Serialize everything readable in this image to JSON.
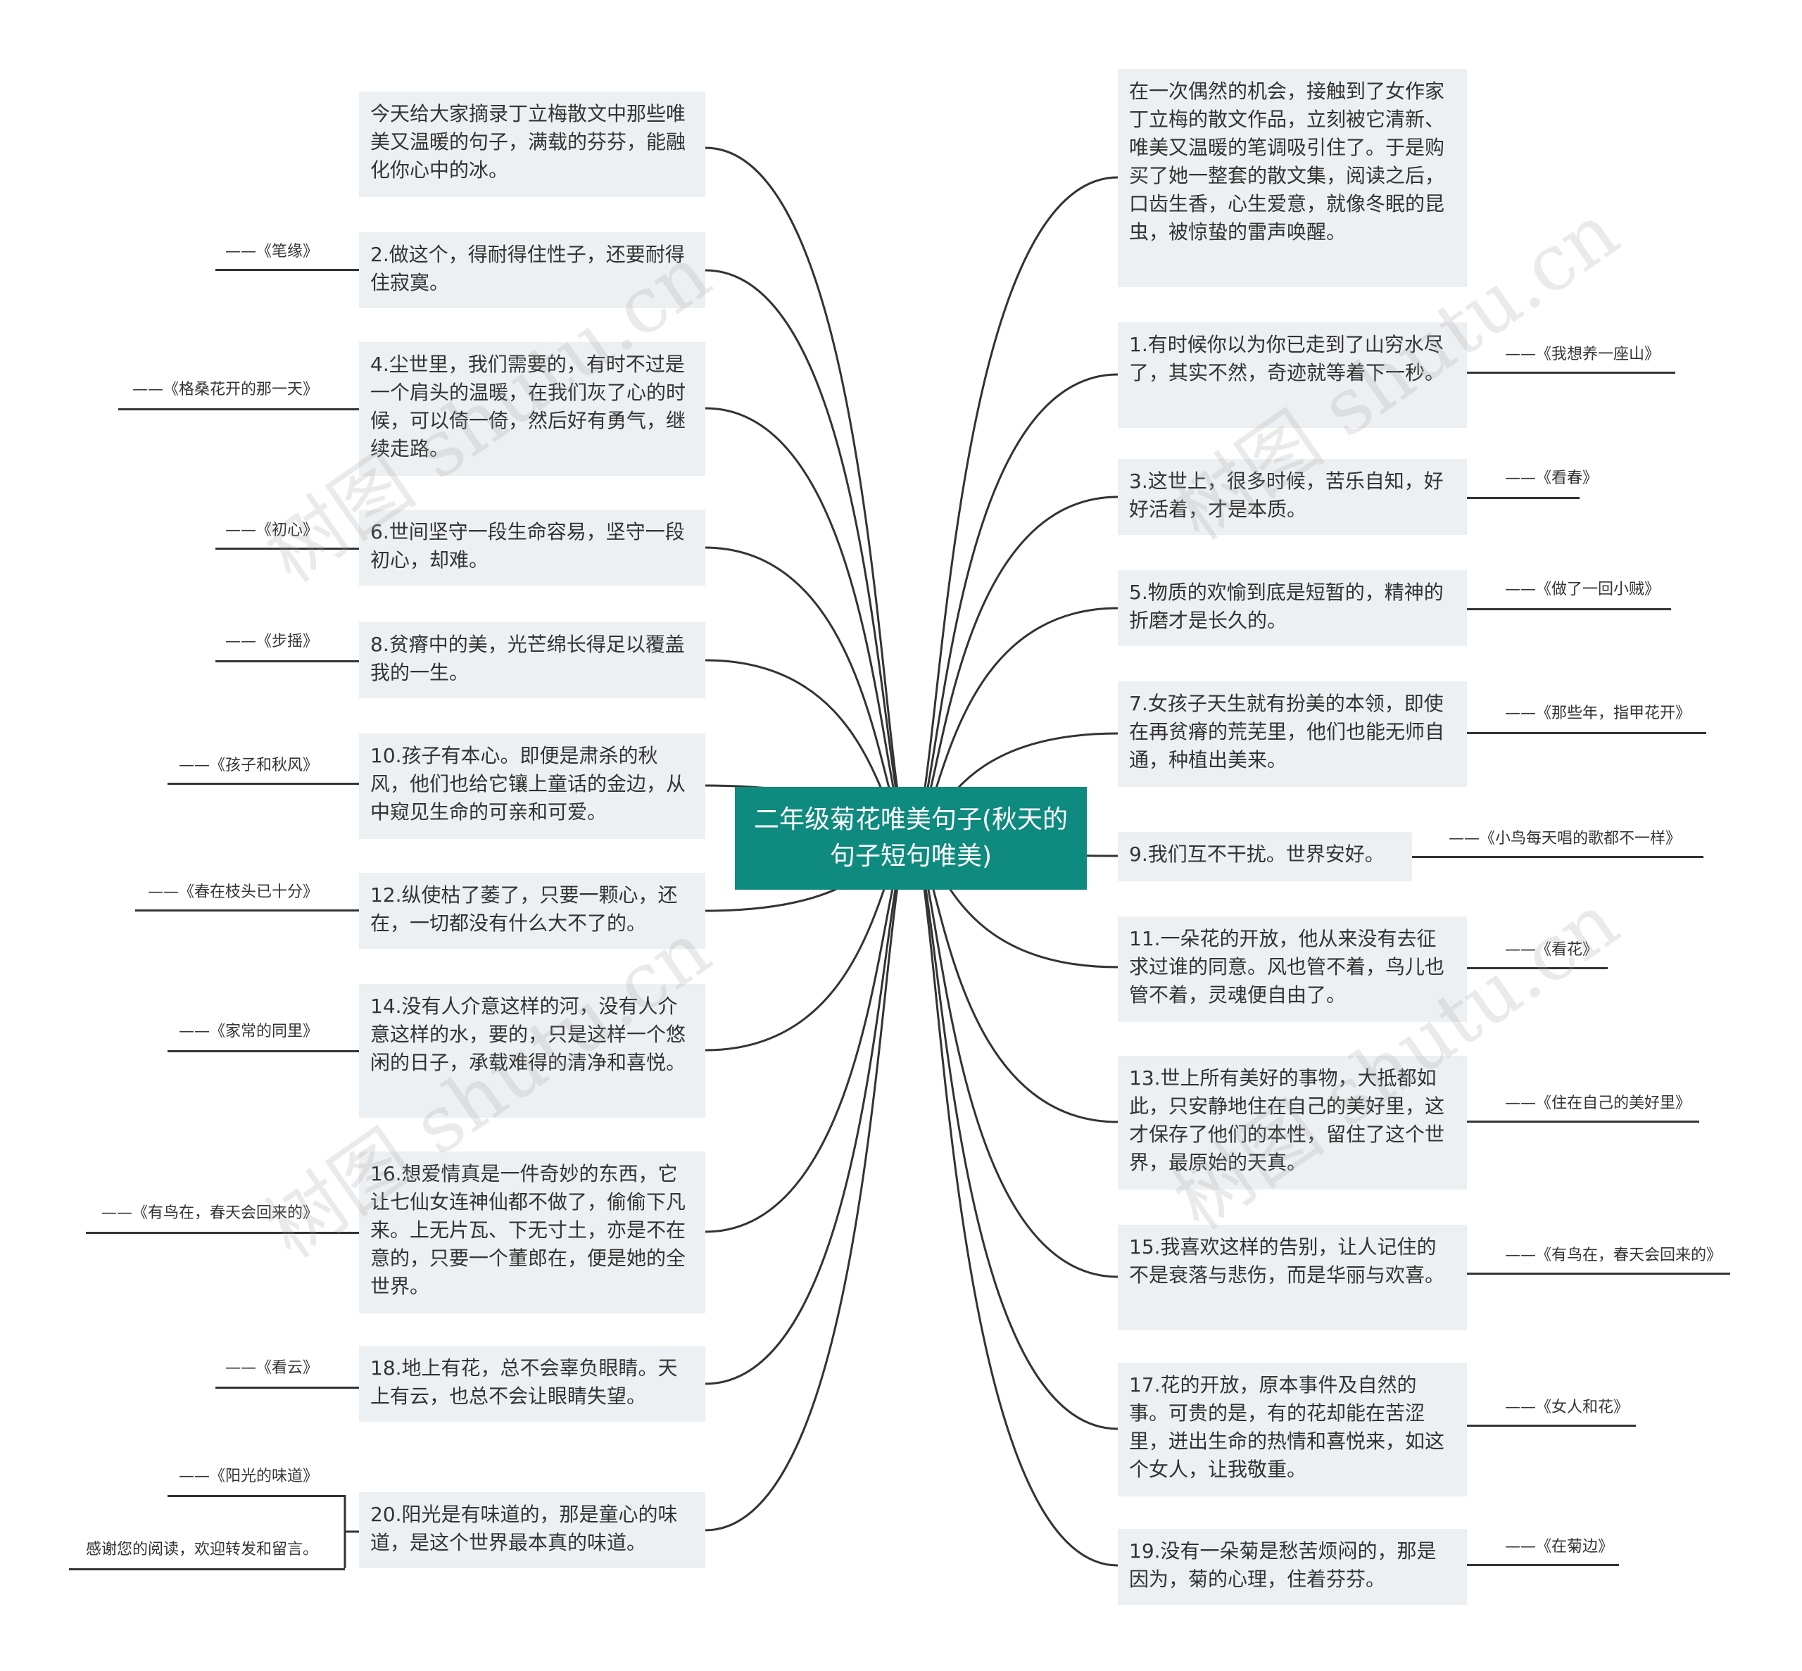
{
  "title": "二年级菊花唯美句子(秋天的句子短句唯美)",
  "watermark": "树图 shutu.cn",
  "colors": {
    "center_bg": "#0f8a7e",
    "node_bg": "#edf0f2",
    "line": "#333333"
  },
  "left_nodes": [
    {
      "text": "今天给大家摘录丁立梅散文中那些唯美又温暖的句子，满载的芬芬，能融化你心中的冰。",
      "source": ""
    },
    {
      "text": "2.做这个，得耐得住性子，还要耐得住寂寞。",
      "source": "——《笔缘》"
    },
    {
      "text": "4.尘世里，我们需要的，有时不过是一个肩头的温暖，在我们灰了心的时候，可以倚一倚，然后好有勇气，继续走路。",
      "source": "——《格桑花开的那一天》"
    },
    {
      "text": "6.世间坚守一段生命容易，坚守一段初心，却难。",
      "source": "——《初心》"
    },
    {
      "text": "8.贫瘠中的美，光芒绵长得足以覆盖我的一生。",
      "source": "——《步摇》"
    },
    {
      "text": "10.孩子有本心。即便是肃杀的秋风，他们也给它镶上童话的金边，从中窥见生命的可亲和可爱。",
      "source": "——《孩子和秋风》"
    },
    {
      "text": "12.纵使枯了萎了，只要一颗心，还在，一切都没有什么大不了的。",
      "source": "——《春在枝头已十分》"
    },
    {
      "text": "14.没有人介意这样的河，没有人介意这样的水，要的，只是这样一个悠闲的日子，承载难得的清净和喜悦。",
      "source": "——《家常的同里》"
    },
    {
      "text": "16.想爱情真是一件奇妙的东西，它让七仙女连神仙都不做了，偷偷下凡来。上无片瓦、下无寸土，亦是不在意的，只要一个董郎在，便是她的全世界。",
      "source": "——《有鸟在，春天会回来的》"
    },
    {
      "text": "18.地上有花，总不会辜负眼睛。天上有云，也总不会让眼睛失望。",
      "source": "——《看云》"
    },
    {
      "text": "20.阳光是有味道的，那是童心的味道，是这个世界最本真的味道。",
      "source": "——《阳光的味道》",
      "extra": "感谢您的阅读，欢迎转发和留言。"
    }
  ],
  "right_nodes": [
    {
      "text": "在一次偶然的机会，接触到了女作家丁立梅的散文作品，立刻被它清新、唯美又温暖的笔调吸引住了。于是购买了她一整套的散文集，阅读之后，口齿生香，心生爱意，就像冬眠的昆虫，被惊蛰的雷声唤醒。",
      "source": ""
    },
    {
      "text": "1.有时候你以为你已走到了山穷水尽了，其实不然，奇迹就等着下一秒。",
      "source": "——《我想养一座山》"
    },
    {
      "text": "3.这世上，很多时候，苦乐自知，好好活着，才是本质。",
      "source": "——《看春》"
    },
    {
      "text": "5.物质的欢愉到底是短暂的，精神的折磨才是长久的。",
      "source": "——《做了一回小贼》"
    },
    {
      "text": "7.女孩子天生就有扮美的本领，即使在再贫瘠的荒芜里，他们也能无师自通，种植出美来。",
      "source": "——《那些年，指甲花开》"
    },
    {
      "text": "9.我们互不干扰。世界安好。",
      "source": "——《小鸟每天唱的歌都不一样》"
    },
    {
      "text": "11.一朵花的开放，他从来没有去征求过谁的同意。风也管不着，鸟儿也管不着，灵魂便自由了。",
      "source": "——《看花》"
    },
    {
      "text": "13.世上所有美好的事物，大抵都如此，只安静地住在自己的美好里，这才保存了他们的本性，留住了这个世界，最原始的天真。",
      "source": "——《住在自己的美好里》"
    },
    {
      "text": "15.我喜欢这样的告别，让人记住的不是衰落与悲伤，而是华丽与欢喜。",
      "source": "——《有鸟在，春天会回来的》"
    },
    {
      "text": "17.花的开放，原本事件及自然的事。可贵的是，有的花却能在苦涩里，迸出生命的热情和喜悦来，如这个女人，让我敬重。",
      "source": "——《女人和花》"
    },
    {
      "text": "19.没有一朵菊是愁苦烦闷的，那是因为，菊的心理，住着芬芬。",
      "source": "——《在菊边》"
    }
  ]
}
